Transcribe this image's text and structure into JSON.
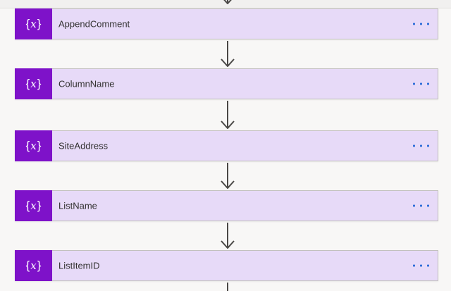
{
  "flow": {
    "steps": [
      {
        "label": "AppendComment"
      },
      {
        "label": "ColumnName"
      },
      {
        "label": "SiteAddress"
      },
      {
        "label": "ListName"
      },
      {
        "label": "ListItemID"
      }
    ],
    "step_icon": {
      "open": "{",
      "x": "x",
      "close": "}"
    }
  },
  "theme": {
    "icon-bg": "#7e12c9",
    "card-bg": "#e7daf8",
    "card-border": "#c2c0be",
    "dot-color": "#2b6cd9",
    "arrow-color": "#4a4846",
    "text-color": "#323130",
    "page-bg": "#f8f7f6",
    "top-strip-bg": "#f1f0ef"
  }
}
